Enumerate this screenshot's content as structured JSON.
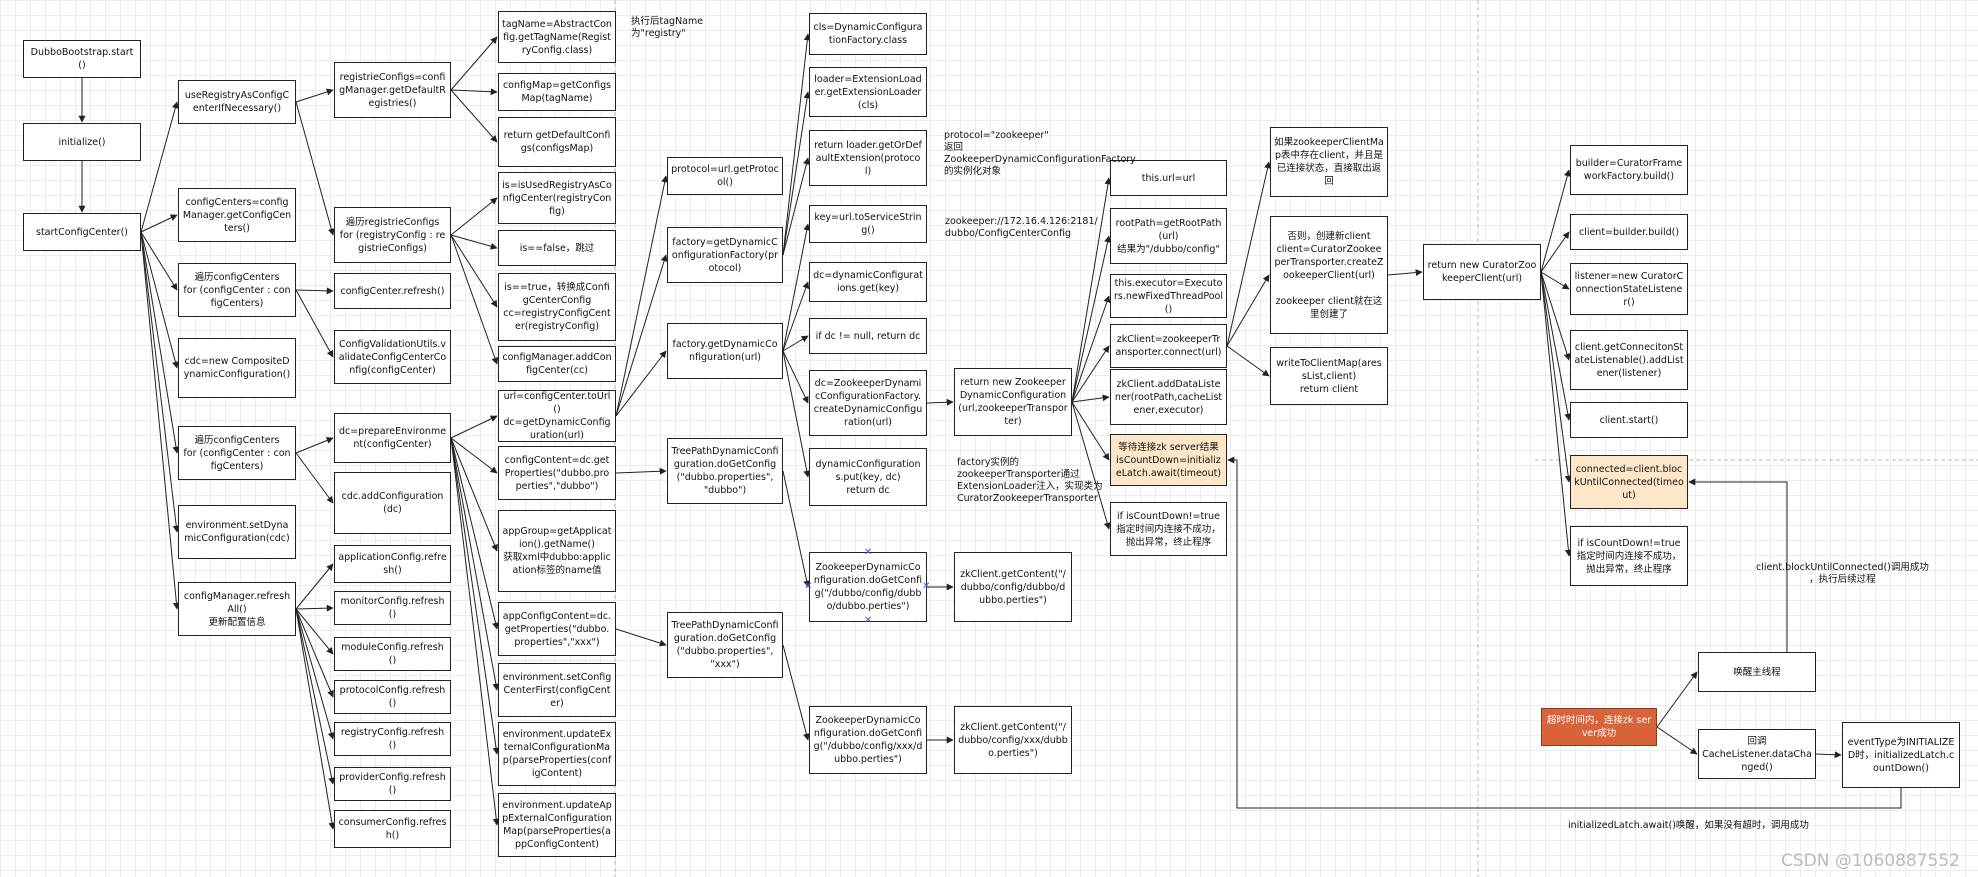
{
  "diagram": {
    "nodes": {
      "bootstrap": "DubboBootstrap.start()",
      "initialize": "initialize()",
      "startConfigCenter": "startConfigCenter()",
      "useRegistry": "useRegistryAsConfigCenterIfNecessary()",
      "configCenters": "configCenters=configManager.getConfigCenters()",
      "loopCenters1": "遍历configCenters\nfor (configCenter : configCenters)",
      "cdc": "cdc=new CompositeDynamicConfiguration()",
      "loopCenters2": "遍历configCenters\nfor (configCenter : configCenters)",
      "envSetDynamic": "environment.setDynamicConfiguration(cdc)",
      "refreshAll": "configManager.refreshAll()\n更新配置信息",
      "registrieConfigs": "registrieConfigs=configManager.getDefaultRegistries()",
      "loopRegistries": "遍历registrieConfigs\nfor (registryConfig : registrieConfigs)",
      "configCenterRefresh": "configCenter.refresh()",
      "validateConfig": "ConfigValidationUtils.validateConfigCenterConfig(configCenter)",
      "prepareEnv": "dc=prepareEnvironment(configCenter)",
      "cdcAddConfig": "cdc.addConfiguration(dc)",
      "appRefresh": "applicationConfig.refresh()",
      "monitorRefresh": "monitorConfig.refresh()",
      "moduleRefresh": "moduleConfig.refresh()",
      "protocolRefresh": "protocolConfig.refresh()",
      "registryRefresh": "registryConfig.refresh()",
      "providerRefresh": "providerConfig.refresh()",
      "consumerRefresh": "consumerConfig.refresh()",
      "tagName": "tagName=AbstractConfig.getTagName(RegistryConfig.class)",
      "configMap": "configMap=getConfigsMap(tagName)",
      "returnDefault": "return getDefaultConfigs(configsMap)",
      "isUsed": "is=isUsedRegistryAsConfigCenter(registryConfig)",
      "isFalse": "is==false，跳过",
      "isTrue": "is==true，转换成ConfigCenterConfig\ncc=registryConfigCenter(registryConfig)",
      "addConfigCenter": "configManager.addConfigCenter(cc)",
      "urlGet": "url=configCenter.toUrl()\ndc=getDynamicConfiguration(url)",
      "configContent": "configContent=dc.getProperties(\"dubbo.properties\",\"dubbo\")",
      "appGroup": "appGroup=getApplication().getName()\n获取xml中dubbo:application标签的name值",
      "appConfigContent": "appConfigContent=dc.getProperties(\"dubbo.properties\",\"xxx\")",
      "envSetFirst": "environment.setConfigCenterFirst(configCenter)",
      "envUpdateExt": "environment.updateExternalConfigurationMap(parseProperties(configContent)",
      "envUpdateApp": "environment.updateAppExternalConfigurationMap(parseProperties(appConfigContent)",
      "protocolGet": "protocol=url.getProtocol()",
      "factoryGet": "factory=getDynamicConfigurationFactory(protocol)",
      "factoryGetDyn": "factory.getDynamicConfiguration(url)",
      "treePath1": "TreePathDynamicConfiguration.doGetConfig(\"dubbo.properties\", \"dubbo\")",
      "treePath2": "TreePathDynamicConfiguration.doGetConfig(\"dubbo.properties\", \"xxx\")",
      "cls": "cls=DynamicConfigurationFactory.class",
      "loader": "loader=ExtensionLoader.getExtensionLoader(cls)",
      "returnLoader": "return loader.getOrDefaultExtension(protocol)",
      "keyGet": "key=url.toServiceString()",
      "dcGet": "dc=dynamicConfigurations.get(key)",
      "ifDcNull": "if dc != null, return dc",
      "dcCreate": "dc=ZookeeperDynamicConfigurationFactory.createDynamicConfiguration(url)",
      "dynPut": "dynamicConfigurations.put(key, dc)\nreturn dc",
      "zkDoGet1": "ZookeeperDynamicConfiguration.doGetConfig(\"/dubbo/config/dubbo/dubbo.perties\")",
      "zkDoGet2": "ZookeeperDynamicConfiguration.doGetConfig(\"/dubbo/config/xxx/dubbo.perties\")",
      "returnNewZk": "return new ZookeeperDynamicConfiguration(url,zookeeperTransporter)",
      "zkGetContent1": "zkClient.getContent(\"/dubbo/config/dubbo/dubbo.perties\")",
      "zkGetContent2": "zkClient.getContent(\"/dubbo/config/xxx/dubbo.perties\")",
      "thisUrl": "this.url=url",
      "rootPath": "rootPath=getRootPath(url)\n结果为\"/dubbo/config\"",
      "executor": "this.executor=Executors.newFixedThreadPool()",
      "zkClient": "zkClient=zookeeperTransporter.connect(url)",
      "addDataListener": "zkClient.addDataListener(rootPath,cacheListener,executor)",
      "waitConnect": "等待连接zk server结果\nisCountDown=initializeLatch.await(timeout)",
      "ifCountDown1": "if isCountDown!=true\n指定时间内连接不成功，抛出异常，终止程序",
      "ifExists": "如果zookeeperClientMap表中存在client，并且是已连接状态，直接取出返回",
      "elseCreate": "否则，创建新client\nclient=CuratorZookeeperTransporter.createZookeeperClient(url)\n\nzookeeper client就在这里创建了",
      "writeMap": "writeToClientMap(aressList,client)\nreturn client",
      "returnCurator": "return new CuratorZookeeperClient(url)",
      "builder": "builder=CuratorFrameworkFactory.build()",
      "clientBuild": "client=builder.build()",
      "listener": "listener=new CuratorConnectionStateListener()",
      "addListener": "client.getConnecitonStateListenable().addListener(listener)",
      "clientStart": "client.start()",
      "blockUntil": "connected=client.blockUntilConnected(timeout)",
      "ifCountDown2": "if isCountDown!=true\n指定时间内连接不成功，抛出异常，终止程序",
      "wakeMain": "唤醒主线程",
      "callback": "回调\nCacheListener.dataChanged()",
      "eventType": "eventType为INITIALIZED时，initializedLatch.countDown()",
      "timeoutConnected": "超时时间内，连接zk server成功"
    },
    "labels": {
      "execTag": "执行后tagName\n为\"registry\"",
      "protocolZk": "protocol=\"zookeeper\"\n返回\nZookeeperDynamicConfigurationFactory\n的实例化对象",
      "zkUrl": "zookeeper://172.16.4.126:2181/\ndubbo/ConfigCenterConfig",
      "factoryNote": "factory实例的\nzookeeperTransporter通过\nExtensionLoader注入，实现类为\nCuratorZookeeperTransporter",
      "blockNote": "client.blockUntilConnected()调用成功\n，执行后续过程",
      "awaitNote": "initializedLatch.await()唤醒，如果没有超时，调用成功"
    },
    "watermark": "CSDN @1060887552"
  }
}
